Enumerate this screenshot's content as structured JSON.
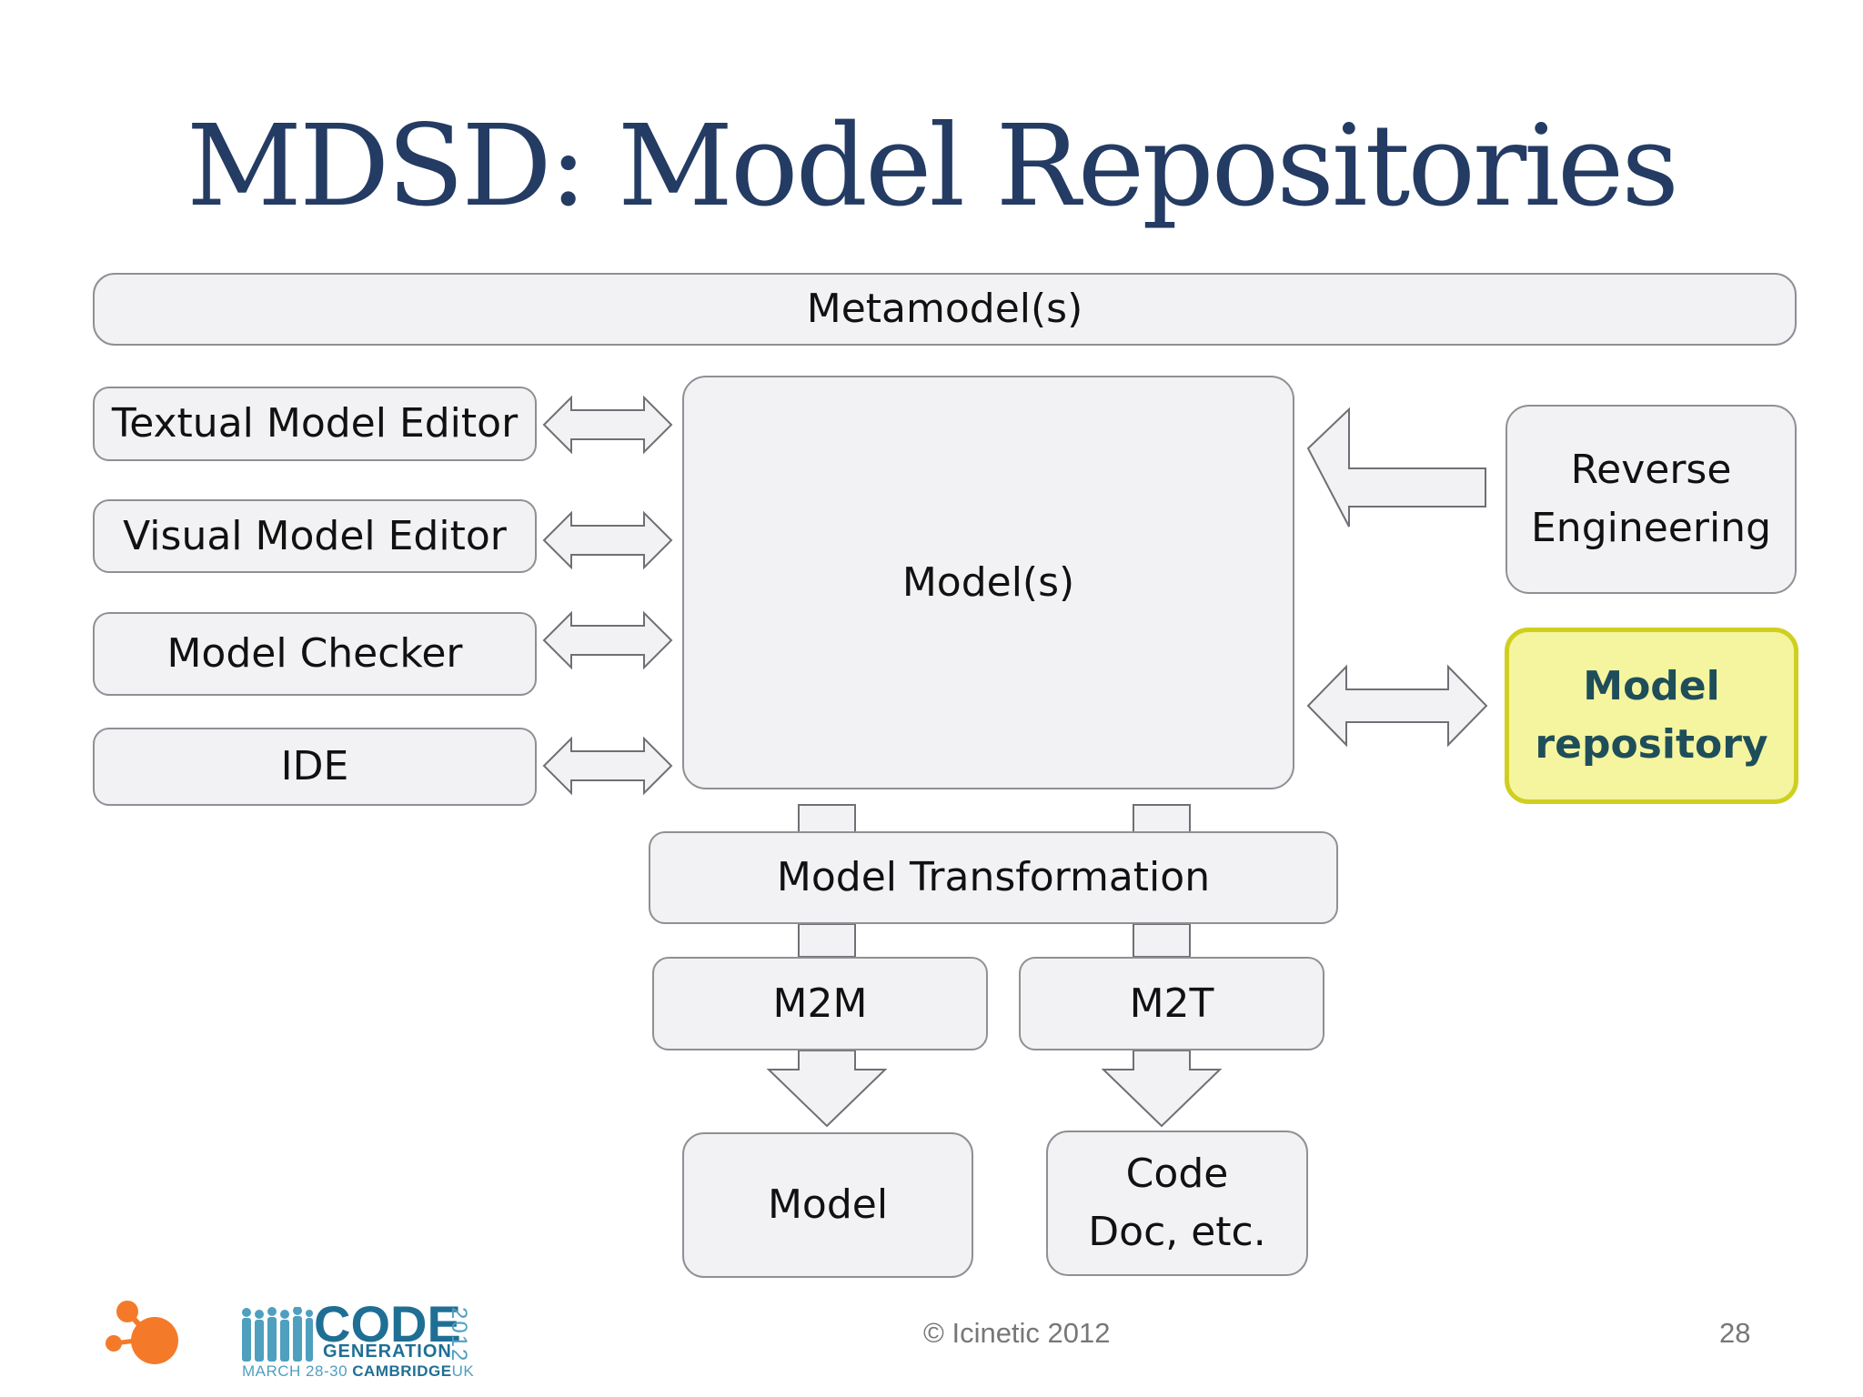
{
  "title": "MDSD: Model Repositories",
  "boxes": {
    "metamodels": "Metamodel(s)",
    "textual_editor": "Textual Model Editor",
    "visual_editor": "Visual Model Editor",
    "checker": "Model Checker",
    "ide": "IDE",
    "models": "Model(s)",
    "reverse": "Reverse\nEngineering",
    "repository": "Model\nrepository",
    "transformation": "Model Transformation",
    "m2m": "M2M",
    "m2t": "M2T",
    "model_out": "Model",
    "code_out": "Code\nDoc, etc."
  },
  "footer": {
    "copyright": "© Icinetic 2012",
    "page_number": "28",
    "logo": {
      "code": "CODE",
      "generation": "GENERATION",
      "dates": "MARCH 28-30",
      "city": "CAMBRIDGE",
      "country": "UK",
      "year": "2012"
    }
  },
  "colors": {
    "title": "#243b63",
    "box_fill": "#f2f2f4",
    "box_border": "#8f8f95",
    "highlight_fill": "#f5f5a0",
    "highlight_border": "#cfcf20",
    "highlight_text": "#1f4e5a",
    "icinetic_orange": "#f47a2a"
  }
}
